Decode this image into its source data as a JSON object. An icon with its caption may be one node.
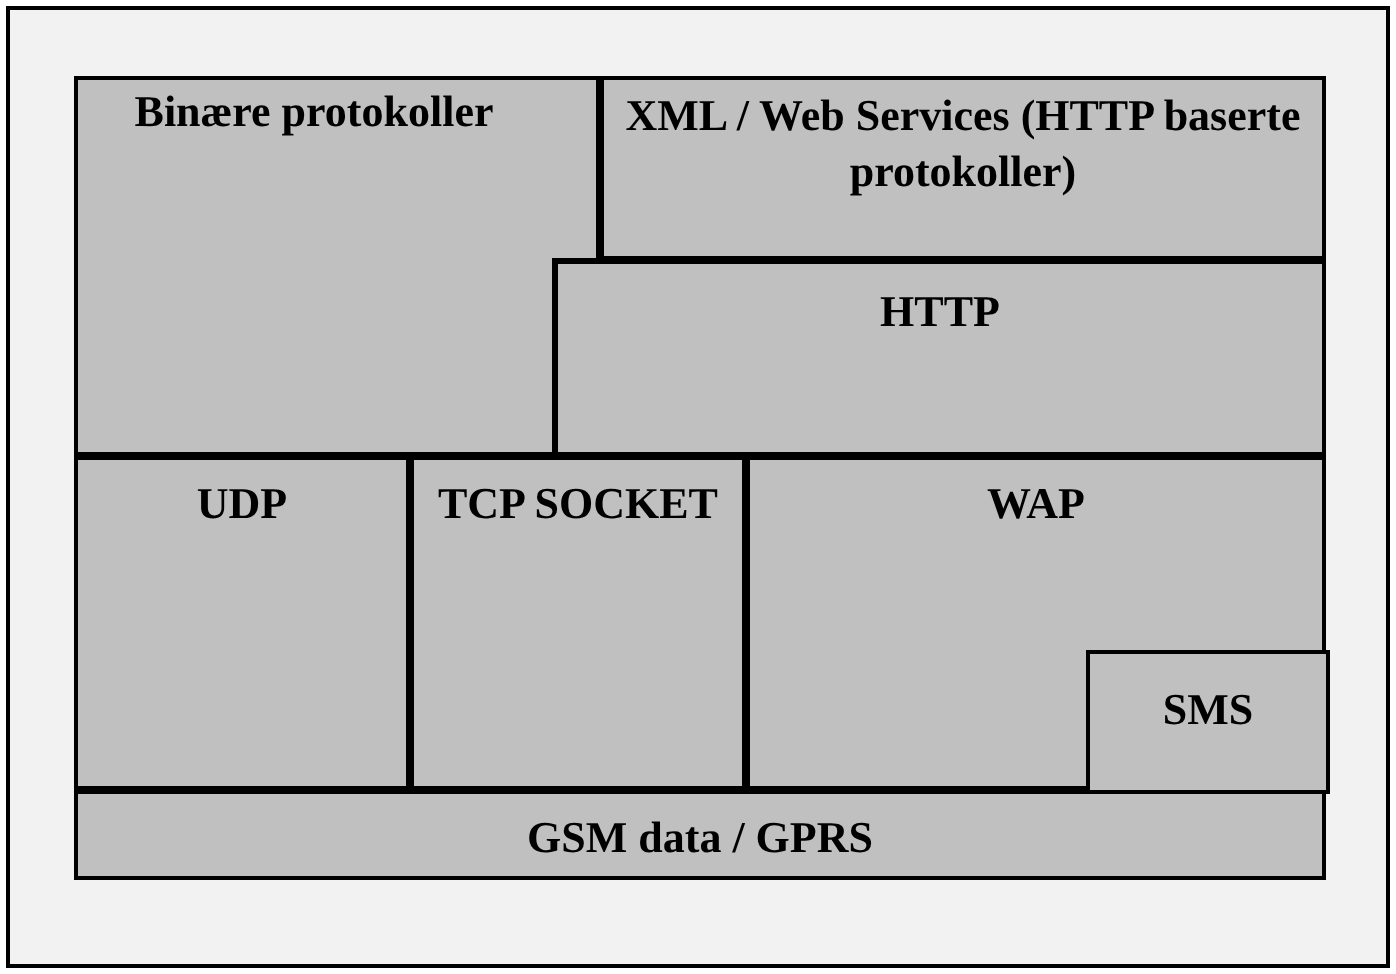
{
  "diagram": {
    "nodes": [
      {
        "text": [
          "Binære protokoller"
        ]
      },
      {
        "text": [
          "XML / Web Services (HTTP baserte protokoller)"
        ]
      },
      {
        "text": [
          "HTTP"
        ]
      },
      {
        "text": [
          "UDP"
        ]
      },
      {
        "text": [
          "TCP SOCKET"
        ]
      },
      {
        "text": [
          "WAP"
        ]
      },
      {
        "text": [
          "SMS"
        ],
        "in": 5
      },
      {
        "text": [
          "GSM data / GPRS"
        ]
      }
    ]
  }
}
